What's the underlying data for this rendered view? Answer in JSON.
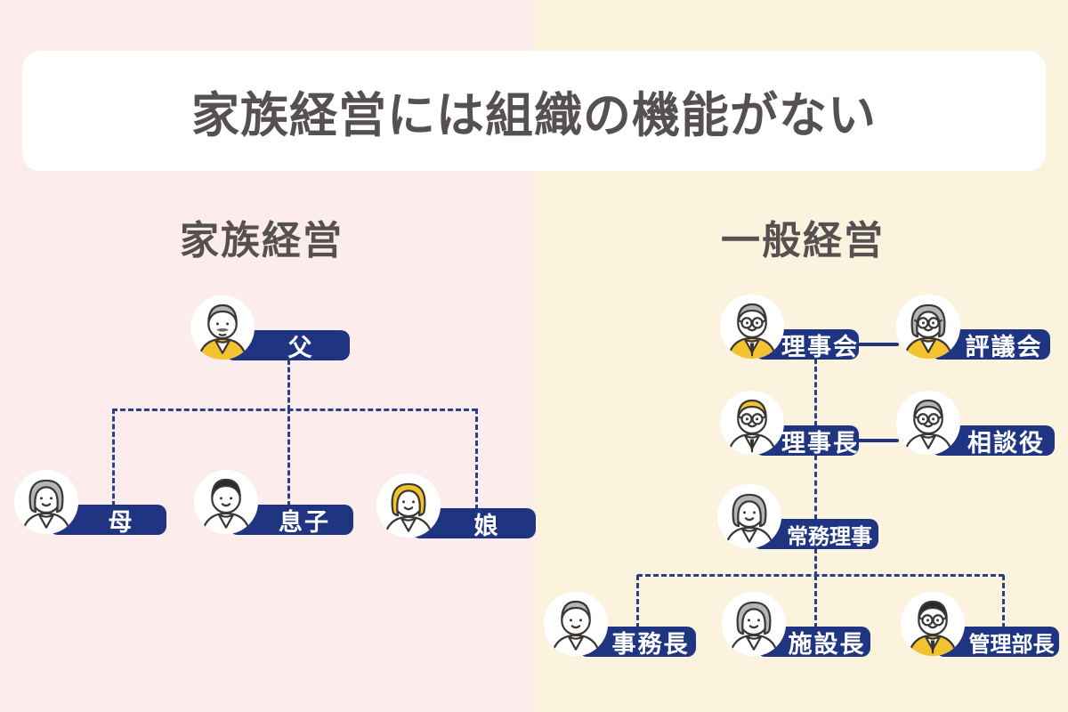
{
  "title": {
    "text": "家族経営には組織の機能がない"
  },
  "colors": {
    "navy": "#1f3582",
    "line_dash": "#27418f",
    "pink_bg": "#fcecec",
    "cream_bg": "#fcf3de",
    "accent_yellow": "#f2c22f",
    "text_dark": "#565050",
    "card_bg": "#ffffff"
  },
  "charts": [
    {
      "id": "family",
      "heading": "家族経営",
      "nodes": [
        {
          "id": "father",
          "label": "父",
          "avatar": "elder-man-mustache"
        },
        {
          "id": "mother",
          "label": "母",
          "avatar": "elder-woman"
        },
        {
          "id": "son",
          "label": "息子",
          "avatar": "young-man"
        },
        {
          "id": "daughter",
          "label": "娘",
          "avatar": "young-woman"
        }
      ]
    },
    {
      "id": "general",
      "heading": "一般経営",
      "nodes": [
        {
          "id": "board",
          "label": "理事会",
          "avatar": "elder-man-glasses-suit"
        },
        {
          "id": "council",
          "label": "評議会",
          "avatar": "elder-woman-glasses-suit"
        },
        {
          "id": "chairman",
          "label": "理事長",
          "avatar": "blonde-man-glasses"
        },
        {
          "id": "advisor",
          "label": "相談役",
          "avatar": "elder-man-glasses"
        },
        {
          "id": "managing-director",
          "label": "常務理事",
          "avatar": "elder-woman"
        },
        {
          "id": "office-manager",
          "label": "事務長",
          "avatar": "elder-man-casual"
        },
        {
          "id": "facility-manager",
          "label": "施設長",
          "avatar": "elder-woman"
        },
        {
          "id": "admin-manager",
          "label": "管理部長",
          "avatar": "young-man-glasses-suit"
        }
      ]
    }
  ]
}
